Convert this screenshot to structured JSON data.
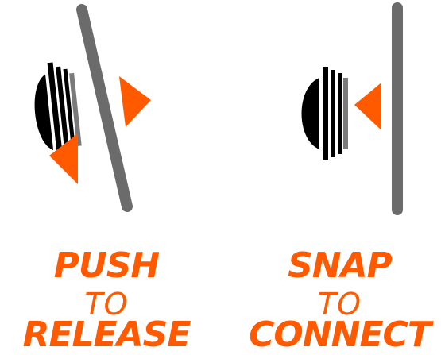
{
  "colors": {
    "accent": "#ff5a00",
    "bar": "#6b6b6b",
    "ink": "#000000",
    "ring": "#7a7a7a"
  },
  "left": {
    "line1": "PUSH",
    "line2": "TO",
    "line3": "RELEASE",
    "icons": [
      "magnet-icon",
      "barrier-icon",
      "arrow-right-icon",
      "arrow-left-icon"
    ]
  },
  "right": {
    "line1": "SNAP",
    "line2": "TO",
    "line3": "CONNECT",
    "icons": [
      "magnet-icon",
      "barrier-icon",
      "arrow-left-icon"
    ]
  }
}
